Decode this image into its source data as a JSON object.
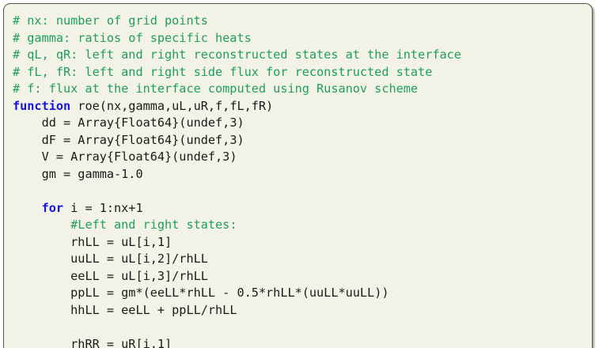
{
  "window": {
    "kind": "code-listing-panel",
    "language": "julia",
    "background_color": "#f2f2e7",
    "border_color": "#56564f",
    "page_background": "#ffffff"
  },
  "theme": {
    "comment_color": "#1f9e5c",
    "keyword_color": "#1515e0",
    "text_color": "#1a1a1a"
  },
  "code": {
    "lines": [
      {
        "id": 1,
        "indent": 0,
        "tokens": [
          {
            "type": "comment",
            "text": "# nx: number of grid points"
          }
        ]
      },
      {
        "id": 2,
        "indent": 0,
        "tokens": [
          {
            "type": "comment",
            "text": "# gamma: ratios of specific heats"
          }
        ]
      },
      {
        "id": 3,
        "indent": 0,
        "tokens": [
          {
            "type": "comment",
            "text": "# qL, qR: left and right reconstructed states at the interface"
          }
        ]
      },
      {
        "id": 4,
        "indent": 0,
        "tokens": [
          {
            "type": "comment",
            "text": "# fL, fR: left and right side flux for reconstructed state"
          }
        ]
      },
      {
        "id": 5,
        "indent": 0,
        "tokens": [
          {
            "type": "comment",
            "text": "# f: flux at the interface computed using Rusanov scheme"
          }
        ]
      },
      {
        "id": 6,
        "indent": 0,
        "tokens": [
          {
            "type": "keyword",
            "text": "function"
          },
          {
            "type": "plain",
            "text": " roe(nx,gamma,uL,uR,f,fL,fR)"
          }
        ]
      },
      {
        "id": 7,
        "indent": 4,
        "tokens": [
          {
            "type": "plain",
            "text": "dd = Array{Float64}(undef,3)"
          }
        ]
      },
      {
        "id": 8,
        "indent": 4,
        "tokens": [
          {
            "type": "plain",
            "text": "dF = Array{Float64}(undef,3)"
          }
        ]
      },
      {
        "id": 9,
        "indent": 4,
        "tokens": [
          {
            "type": "plain",
            "text": "V = Array{Float64}(undef,3)"
          }
        ]
      },
      {
        "id": 10,
        "indent": 4,
        "tokens": [
          {
            "type": "plain",
            "text": "gm = gamma-1.0"
          }
        ]
      },
      {
        "id": 11,
        "indent": 0,
        "tokens": [
          {
            "type": "plain",
            "text": ""
          }
        ]
      },
      {
        "id": 12,
        "indent": 4,
        "tokens": [
          {
            "type": "keyword",
            "text": "for"
          },
          {
            "type": "plain",
            "text": " i = 1:nx+1"
          }
        ]
      },
      {
        "id": 13,
        "indent": 8,
        "tokens": [
          {
            "type": "comment",
            "text": "#Left and right states:"
          }
        ]
      },
      {
        "id": 14,
        "indent": 8,
        "tokens": [
          {
            "type": "plain",
            "text": "rhLL = uL[i,1]"
          }
        ]
      },
      {
        "id": 15,
        "indent": 8,
        "tokens": [
          {
            "type": "plain",
            "text": "uuLL = uL[i,2]/rhLL"
          }
        ]
      },
      {
        "id": 16,
        "indent": 8,
        "tokens": [
          {
            "type": "plain",
            "text": "eeLL = uL[i,3]/rhLL"
          }
        ]
      },
      {
        "id": 17,
        "indent": 8,
        "tokens": [
          {
            "type": "plain",
            "text": "ppLL = gm*(eeLL*rhLL - 0.5*rhLL*(uuLL*uuLL))"
          }
        ]
      },
      {
        "id": 18,
        "indent": 8,
        "tokens": [
          {
            "type": "plain",
            "text": "hhLL = eeLL + ppLL/rhLL"
          }
        ]
      },
      {
        "id": 19,
        "indent": 0,
        "tokens": [
          {
            "type": "plain",
            "text": ""
          }
        ]
      },
      {
        "id": 20,
        "indent": 8,
        "tokens": [
          {
            "type": "plain",
            "text": "rhRR = uR[i,1]"
          }
        ]
      }
    ]
  }
}
